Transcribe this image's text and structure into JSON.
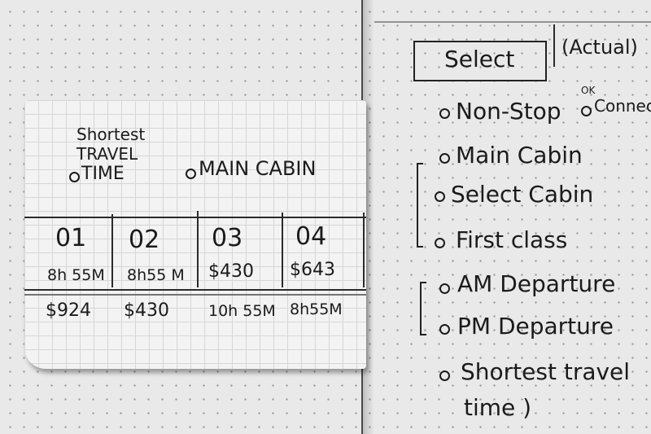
{
  "card": {
    "option_shortest": [
      "Shortest",
      "TRAVEL",
      "TIME"
    ],
    "option_main_cabin": "MAIN CABIN",
    "columns": [
      {
        "num": "01",
        "row1": "8h 55M",
        "row2": "$924"
      },
      {
        "num": "02",
        "row1": "8h55 M",
        "row2": "$430"
      },
      {
        "num": "03",
        "row1": "$430",
        "row2": "10h 55M"
      },
      {
        "num": "04",
        "row1": "$643",
        "row2": "8h55M"
      }
    ]
  },
  "right": {
    "select_label": "Select",
    "actual_note": "(Actual)",
    "stops": {
      "nonstop": "Non-Stop",
      "ok_note": "OK",
      "connecting": "Connecty"
    },
    "cabin_group": [
      "Main Cabin",
      "Select Cabin",
      "First class"
    ],
    "departure_group": [
      "AM Departure",
      "PM Departure"
    ],
    "shortest": [
      "Shortest travel",
      "time )"
    ]
  }
}
